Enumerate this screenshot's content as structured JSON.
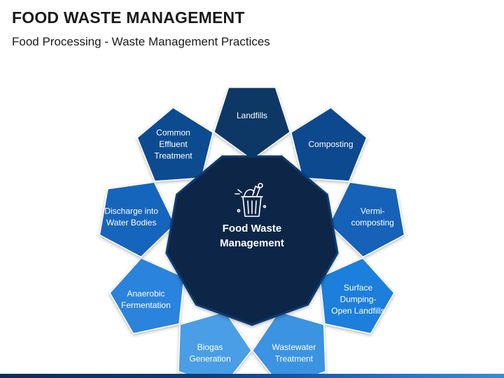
{
  "header": {
    "title": "FOOD WASTE MANAGEMENT",
    "subtitle": "Food Processing - Waste Management Practices"
  },
  "center": {
    "label_lines": [
      "Food Waste",
      "Management"
    ],
    "icon": "trash-bin-icon",
    "fill": "#0b2546",
    "border": "#0d3b70"
  },
  "petals": [
    {
      "id": "landfills",
      "lines": [
        "Landfills"
      ],
      "color": "#0c3866"
    },
    {
      "id": "composting",
      "lines": [
        "Composting"
      ],
      "color": "#0d4a8e"
    },
    {
      "id": "vermi-composting",
      "lines": [
        "Vermi-",
        "composting"
      ],
      "color": "#1262b8"
    },
    {
      "id": "surface-dumping",
      "lines": [
        "Surface",
        "Dumping-",
        "Open Landfills"
      ],
      "color": "#1f7fdc"
    },
    {
      "id": "wastewater-treatment",
      "lines": [
        "Wastewater",
        "Treatment"
      ],
      "color": "#3b93e2"
    },
    {
      "id": "biogas-generation",
      "lines": [
        "Biogas",
        "Generation"
      ],
      "color": "#4a9ee6"
    },
    {
      "id": "anaerobic-fermentation",
      "lines": [
        "Anaerobic",
        "Fermentation"
      ],
      "color": "#2a83dc"
    },
    {
      "id": "discharge-water-bodies",
      "lines": [
        "Discharge into",
        "Water Bodies"
      ],
      "color": "#1565bd"
    },
    {
      "id": "common-effluent-treatment",
      "lines": [
        "Common",
        "Effluent",
        "Treatment"
      ],
      "color": "#0e4c90"
    }
  ]
}
